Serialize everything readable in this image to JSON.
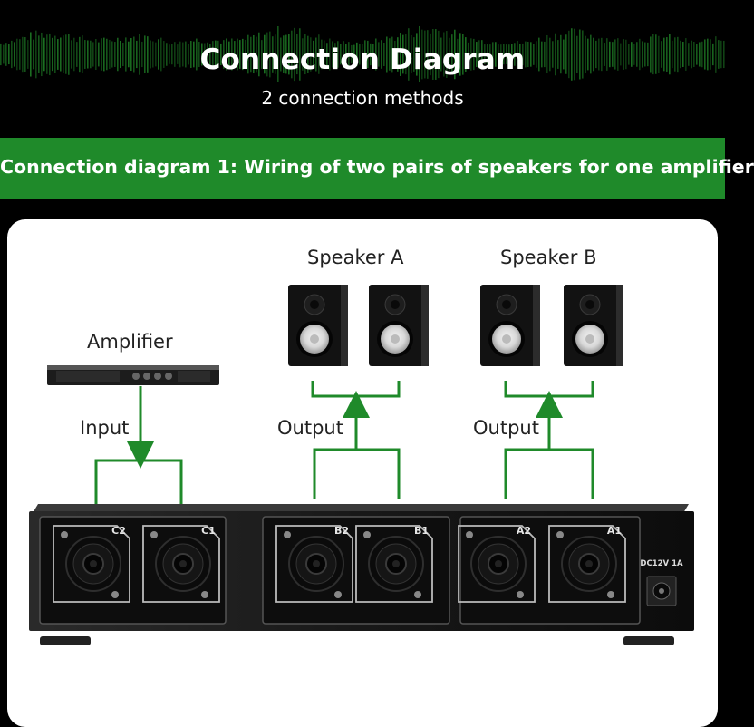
{
  "header": {
    "title": "Connection Diagram",
    "subtitle": "2 connection methods"
  },
  "banner": {
    "text": "Connection diagram 1: Wiring of two pairs of speakers for one amplifier"
  },
  "labels": {
    "amplifier": "Amplifier",
    "speaker_a": "Speaker A",
    "speaker_b": "Speaker B",
    "input": "Input",
    "output_a": "Output",
    "output_b": "Output"
  },
  "device": {
    "ports": [
      "C2",
      "C1",
      "B2",
      "B1",
      "A2",
      "A1"
    ],
    "power_label": "DC12V 1A"
  },
  "colors": {
    "banner": "#1f8a2a",
    "wire": "#1f8a2a",
    "wave": "#2fbf3a",
    "chassis": "#111111"
  }
}
